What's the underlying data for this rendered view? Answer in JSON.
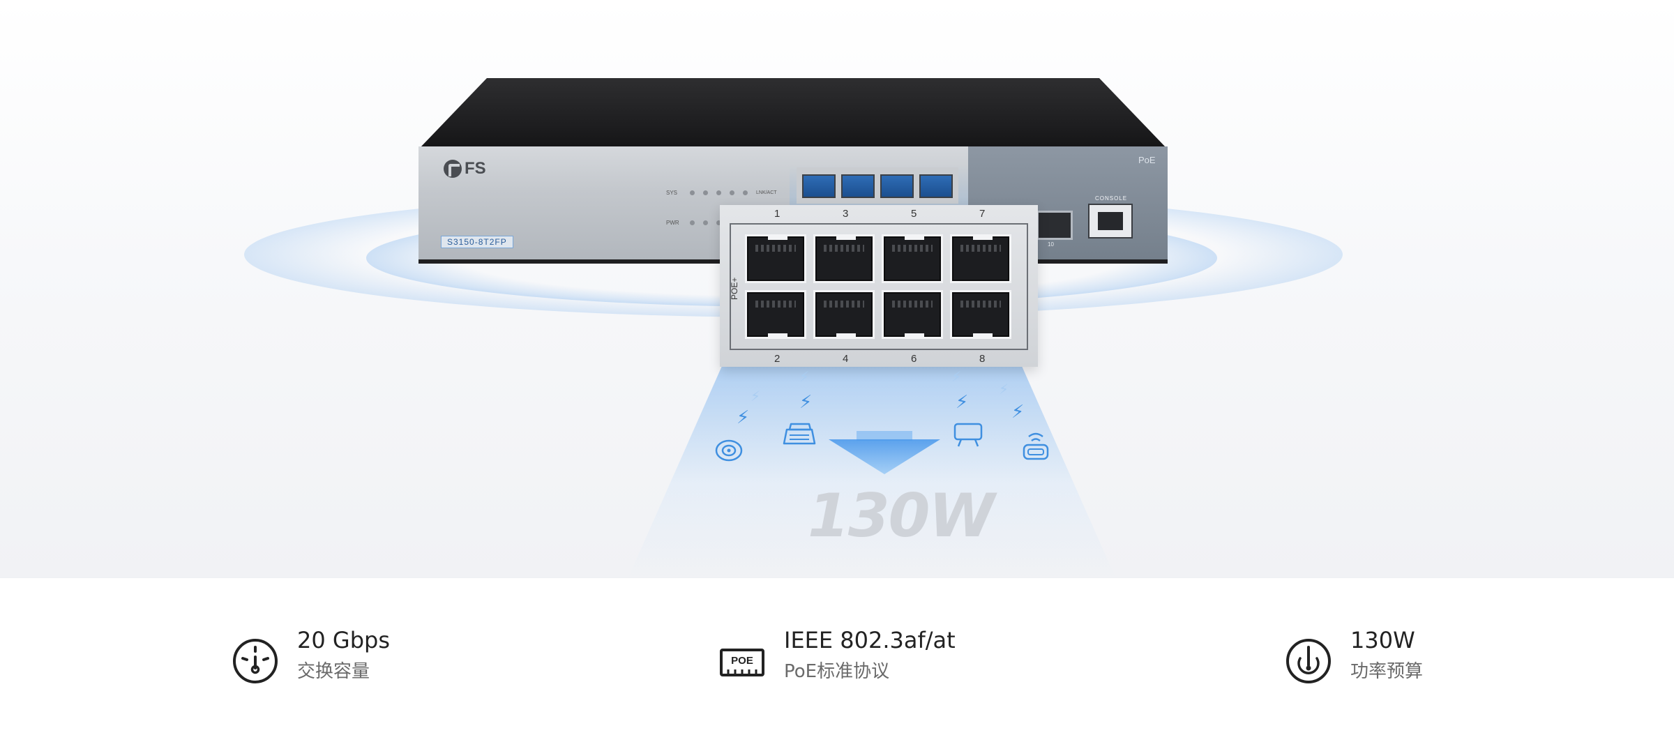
{
  "device": {
    "brand": "FS",
    "model": "S3150-8T2FP",
    "poe_tag": "PoE",
    "console_label": "CONSOLE",
    "sfp_number": "10",
    "led_sys": "SYS",
    "led_pwr": "PWR",
    "led_caption": "LNK/ACT"
  },
  "zoom_panel": {
    "side_label": "POE+",
    "top_ports": [
      "1",
      "3",
      "5",
      "7"
    ],
    "bottom_ports": [
      "2",
      "4",
      "6",
      "8"
    ]
  },
  "power_graphic": {
    "value_text": "130W"
  },
  "features": [
    {
      "icon": "gauge-icon",
      "value": "20 Gbps",
      "label": "交换容量"
    },
    {
      "icon": "poe-icon",
      "icon_text": "POE",
      "value": "IEEE 802.3af/at",
      "label": "PoE标准协议"
    },
    {
      "icon": "power-budget-icon",
      "value": "130W",
      "label": "功率预算"
    }
  ],
  "colors": {
    "accent_blue": "#3f8fe0",
    "device_dark": "#1d1d1f",
    "device_silver": "#c3c7cc"
  }
}
